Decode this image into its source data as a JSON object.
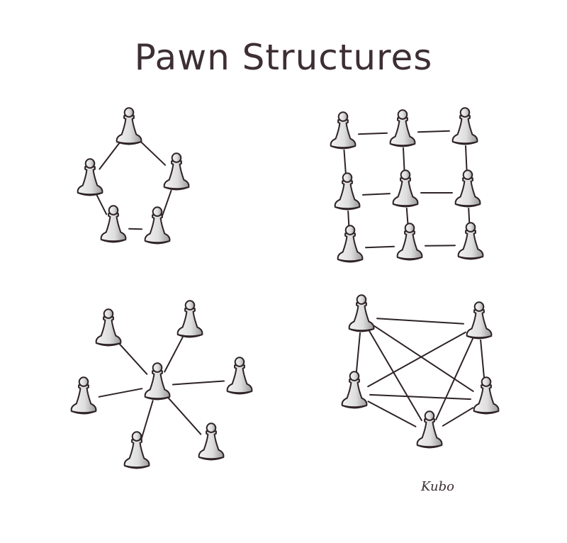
{
  "title": "Pawn Structures",
  "signature": "Kubo",
  "colors": {
    "ink": "#2e2326",
    "pawn_light": "#f2f2f2",
    "pawn_shade": "#9a9a9a",
    "background": "#ffffff"
  },
  "structures": [
    {
      "name": "ring",
      "pawn_count": 5
    },
    {
      "name": "grid",
      "pawn_count": 9
    },
    {
      "name": "star",
      "pawn_count": 7
    },
    {
      "name": "complete",
      "pawn_count": 5
    }
  ]
}
